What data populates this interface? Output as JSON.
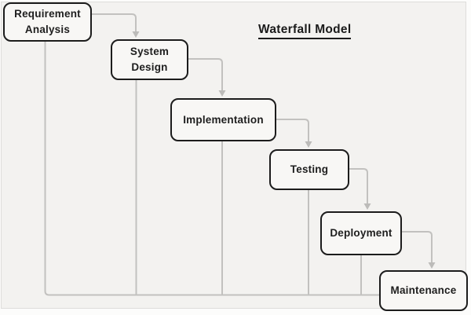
{
  "diagram": {
    "title": "Waterfall Model",
    "type": "flowchart",
    "nodes": [
      {
        "id": "requirement-analysis",
        "label": "Requirement\nAnalysis"
      },
      {
        "id": "system-design",
        "label": "System\nDesign"
      },
      {
        "id": "implementation",
        "label": "Implementation"
      },
      {
        "id": "testing",
        "label": "Testing"
      },
      {
        "id": "deployment",
        "label": "Deployment"
      },
      {
        "id": "maintenance",
        "label": "Maintenance"
      }
    ],
    "edges": [
      {
        "from": "requirement-analysis",
        "to": "system-design",
        "style": "arrow"
      },
      {
        "from": "system-design",
        "to": "implementation",
        "style": "arrow"
      },
      {
        "from": "implementation",
        "to": "testing",
        "style": "arrow"
      },
      {
        "from": "testing",
        "to": "deployment",
        "style": "arrow"
      },
      {
        "from": "deployment",
        "to": "maintenance",
        "style": "arrow"
      },
      {
        "from": "requirement-analysis",
        "to": "maintenance",
        "style": "plain-line-via-bottom-rail"
      },
      {
        "from": "system-design",
        "to": "maintenance",
        "style": "plain-line-via-bottom-rail"
      },
      {
        "from": "implementation",
        "to": "maintenance",
        "style": "plain-line-via-bottom-rail"
      },
      {
        "from": "testing",
        "to": "maintenance",
        "style": "plain-line-via-bottom-rail"
      },
      {
        "from": "deployment",
        "to": "maintenance",
        "style": "plain-line-via-bottom-rail"
      }
    ],
    "layout_hint": "staircase-top-left-to-bottom-right"
  },
  "colors": {
    "background": "#f3f2f0",
    "box_fill": "#f8f7f5",
    "box_border": "#1c1c1c",
    "connector": "#c2c1bf",
    "text": "#1e1e1e",
    "frame_border": "#dedddb"
  }
}
